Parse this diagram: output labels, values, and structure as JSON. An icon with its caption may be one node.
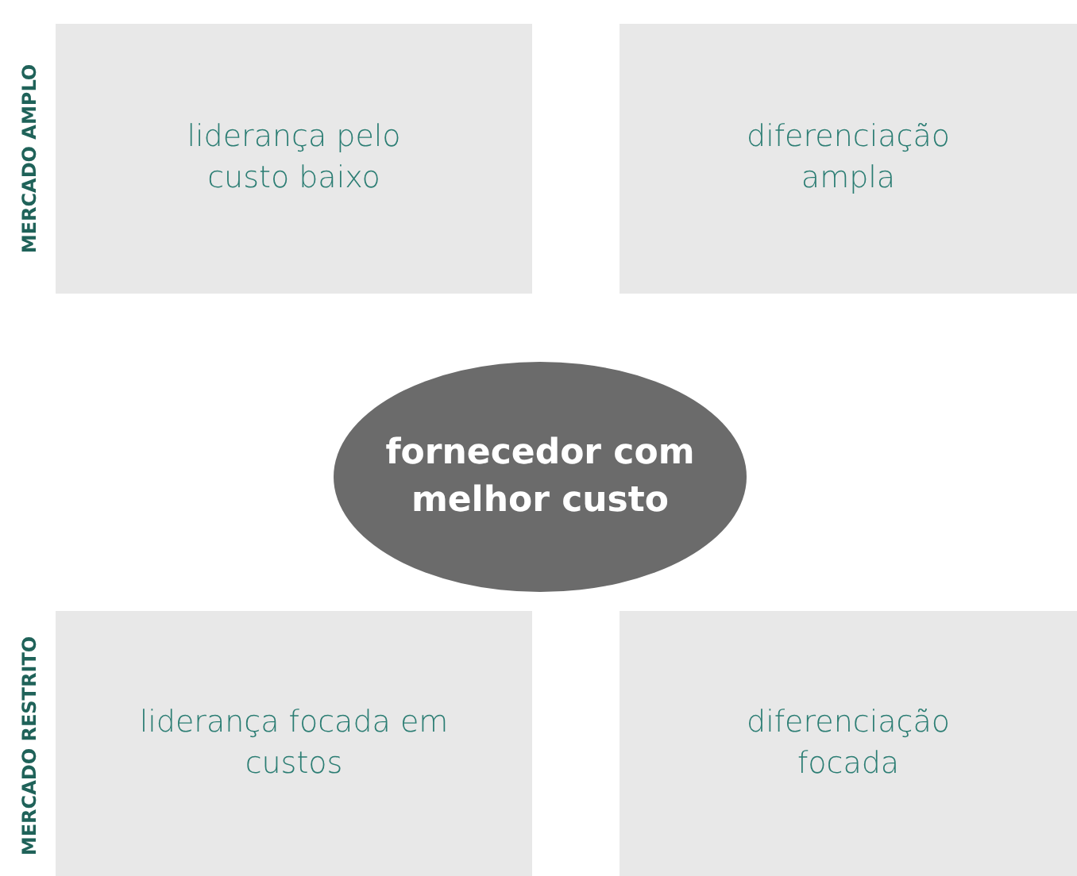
{
  "diagram": {
    "nodes": [
      {
        "text": [
          "liderança pelo custo baixo"
        ]
      },
      {
        "text": [
          "diferenciação ampla"
        ]
      },
      {
        "text": [
          "fornecedor com melhor custo"
        ]
      },
      {
        "text": [
          "liderança focada em custos"
        ]
      },
      {
        "text": [
          "diferenciação focada"
        ]
      }
    ],
    "labels": [
      "MERCADO AMPLO",
      "MERCADO RESTRITO"
    ]
  }
}
